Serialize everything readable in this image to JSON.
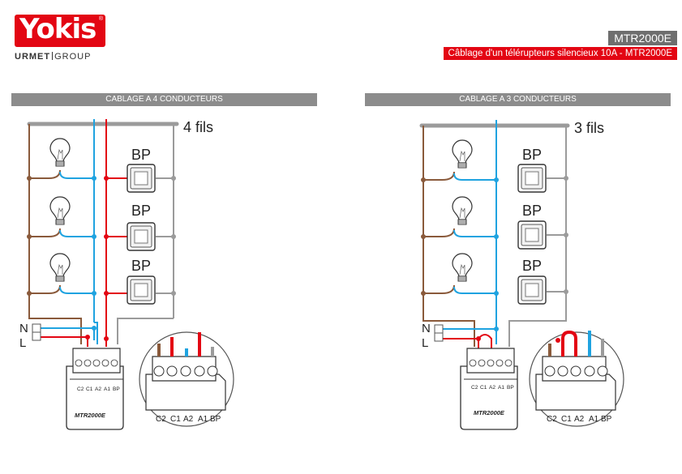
{
  "brand": {
    "logo_text": "Yokis",
    "registered": "®",
    "group_left": "URMET",
    "group_right": "GROUP"
  },
  "header": {
    "reference": "MTR2000E",
    "subtitle": "Câblage d'un télérupteurs silencieux 10A - MTR2000E"
  },
  "left": {
    "section_title": "CABLAGE A 4 CONDUCTEURS",
    "wires_label": "4 fils",
    "bp_labels": [
      "BP",
      "BP",
      "BP"
    ],
    "n_label": "N",
    "l_label": "L",
    "module_name": "MTR2000E",
    "terminals": [
      "C2",
      "C1",
      "A2",
      "A1",
      "BP"
    ]
  },
  "right": {
    "section_title": "CABLAGE A 3 CONDUCTEURS",
    "wires_label": "3 fils",
    "bp_labels": [
      "BP",
      "BP",
      "BP"
    ],
    "n_label": "N",
    "l_label": "L",
    "module_name": "MTR2000E",
    "terminals": [
      "C2",
      "C1",
      "A2",
      "A1",
      "BP"
    ]
  },
  "colors": {
    "brown": "#8a5a3b",
    "blue": "#1fa3e0",
    "red": "#e30613",
    "grey": "#9b9b9b",
    "brand": "#e30613"
  }
}
